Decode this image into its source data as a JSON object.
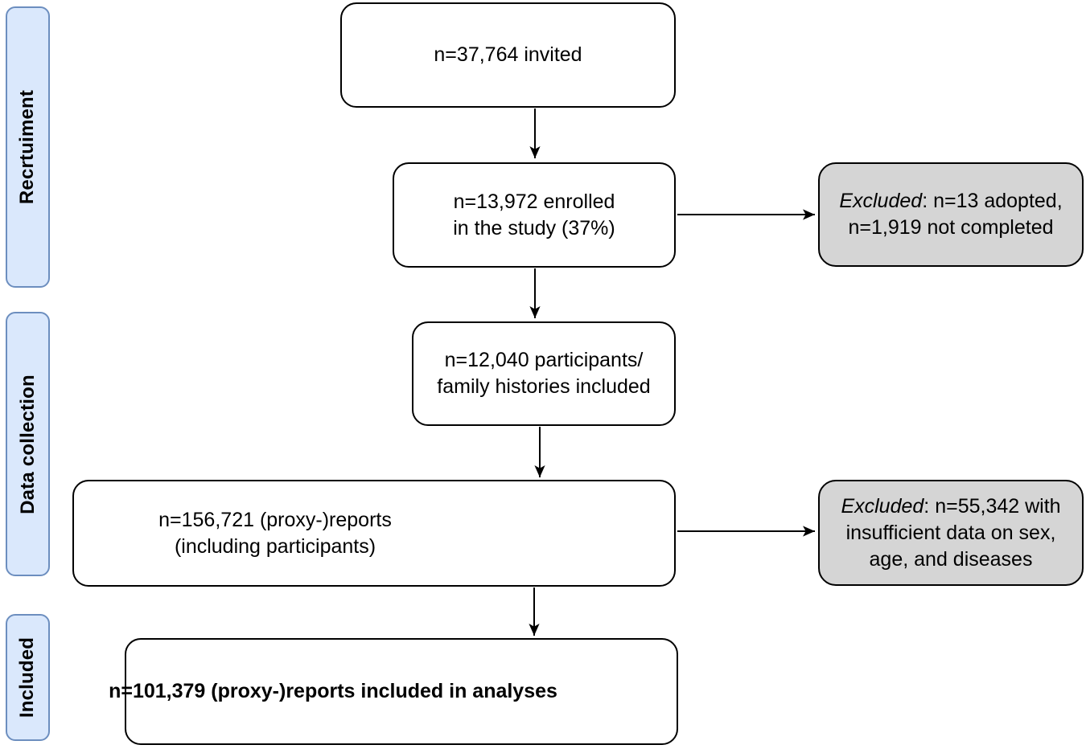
{
  "diagram": {
    "stages": [
      {
        "label": "Recrtuiment"
      },
      {
        "label": "Data collection"
      },
      {
        "label": "Included"
      }
    ],
    "nodes": {
      "invited": {
        "lines": [
          "n=37,764 invited"
        ]
      },
      "enrolled": {
        "lines": [
          "n=13,972 enrolled",
          "in the study (37%)"
        ]
      },
      "participants": {
        "lines": [
          "n=12,040 participants/",
          "family histories included"
        ]
      },
      "reports": {
        "lines": [
          "n=156,721 (proxy-)reports",
          "(including participants)"
        ]
      },
      "analyses": {
        "lines": [
          "n=101,379 (proxy-)reports included in analyses"
        ]
      }
    },
    "exclusions": [
      {
        "emphasis": "Excluded",
        "after_emphasis": ": n=13 adopted,",
        "lines": [
          "n=1,919 not completed"
        ]
      },
      {
        "emphasis": "Excluded",
        "after_emphasis": ": n=55,342 with",
        "lines": [
          "insufficient data on sex,",
          "age, and diseases"
        ]
      }
    ],
    "colors": {
      "stage_fill": "#dae8fc",
      "stage_border": "#6c8ebf",
      "excluded_fill": "#d5d5d5",
      "node_fill": "#ffffff",
      "line_color": "#000000",
      "background": "#ffffff"
    }
  }
}
